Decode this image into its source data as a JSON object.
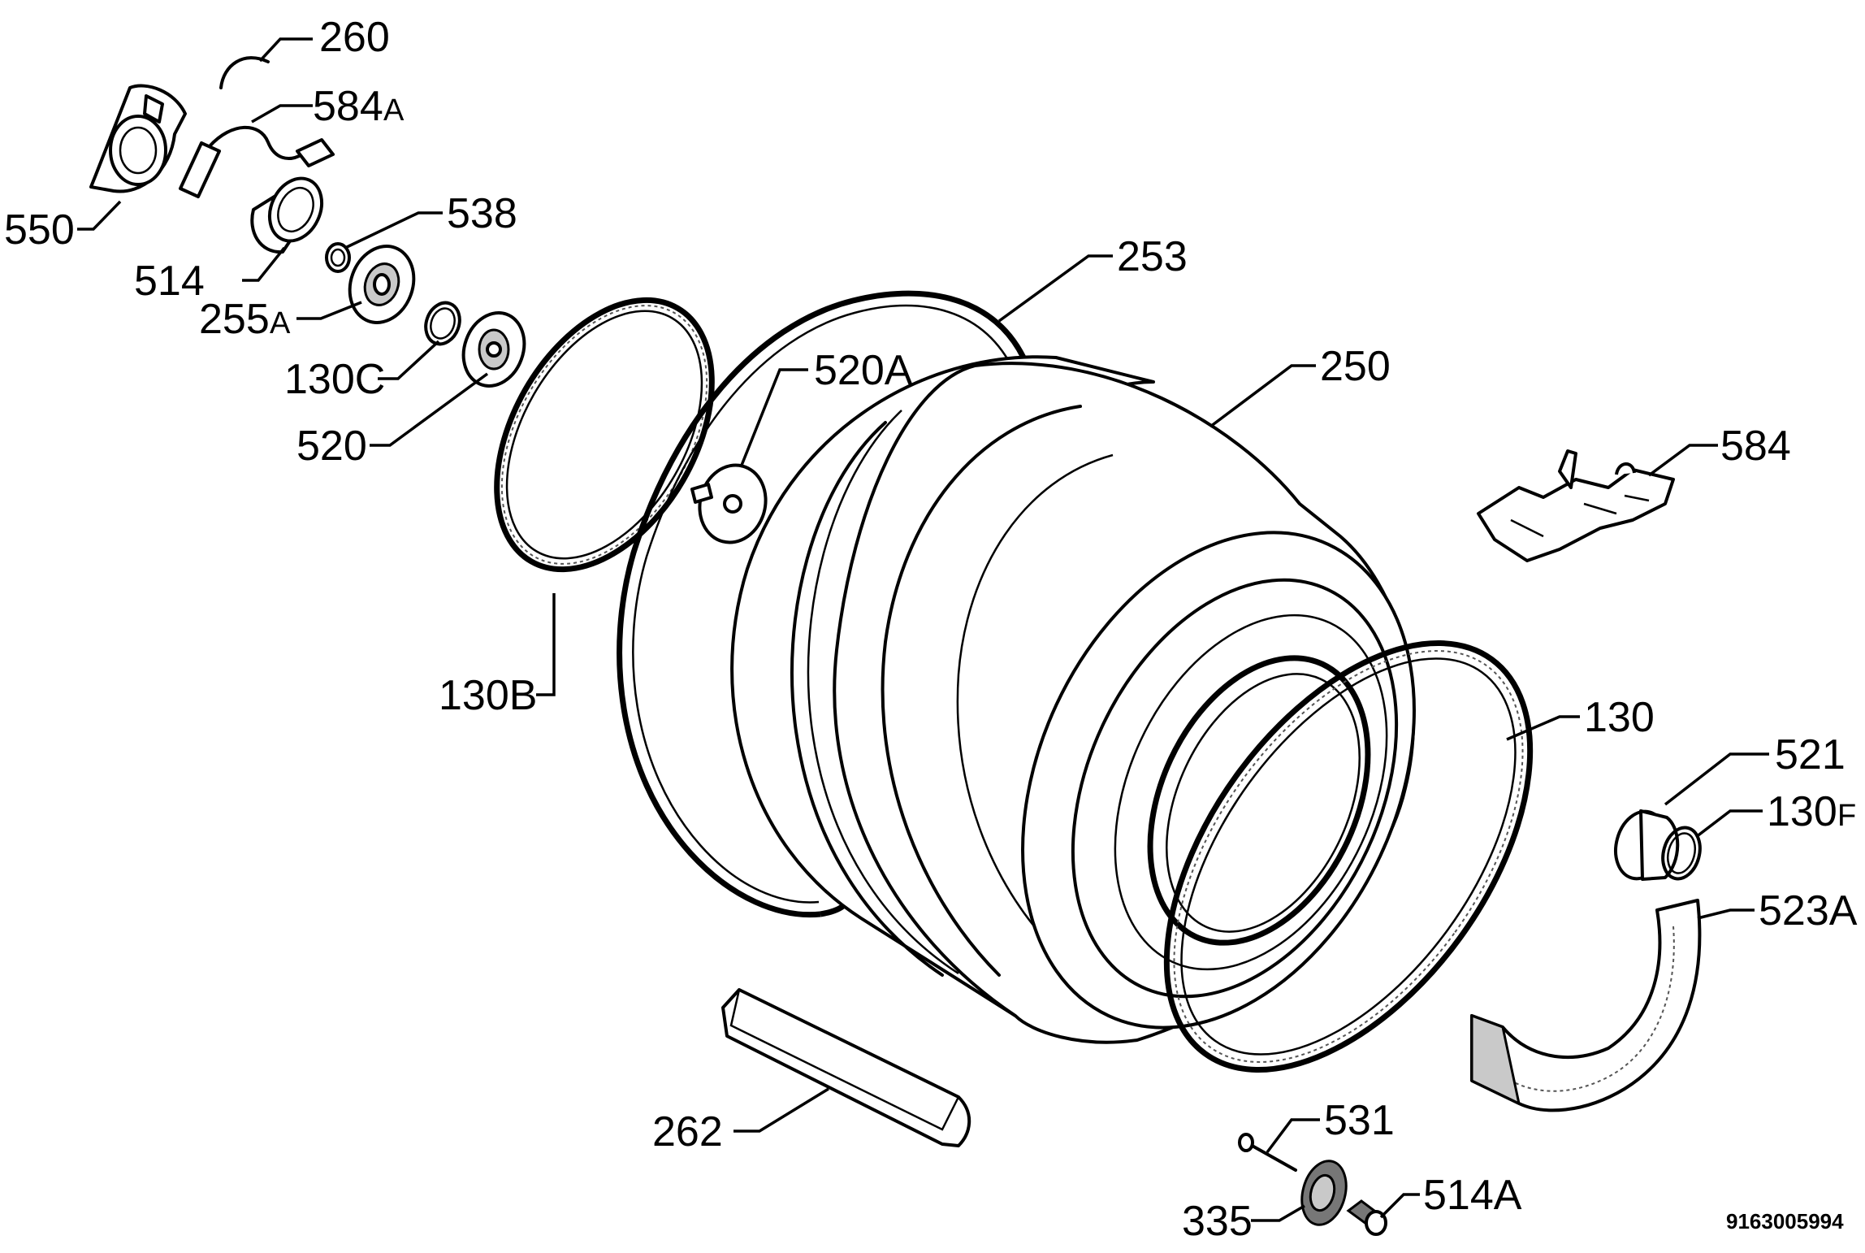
{
  "diagram": {
    "document_number": "9163005994",
    "callouts": [
      {
        "id": "260",
        "text": "260"
      },
      {
        "id": "584A",
        "text": "584",
        "suffix": "A"
      },
      {
        "id": "550",
        "text": "550"
      },
      {
        "id": "538",
        "text": "538"
      },
      {
        "id": "514",
        "text": "514"
      },
      {
        "id": "255A",
        "text": "255",
        "suffix": "A"
      },
      {
        "id": "253",
        "text": "253"
      },
      {
        "id": "130C",
        "text": "130C"
      },
      {
        "id": "520A",
        "text": "520A"
      },
      {
        "id": "250",
        "text": "250"
      },
      {
        "id": "520",
        "text": "520"
      },
      {
        "id": "584",
        "text": "584"
      },
      {
        "id": "130B",
        "text": "130B"
      },
      {
        "id": "130",
        "text": "130"
      },
      {
        "id": "521",
        "text": "521"
      },
      {
        "id": "130F",
        "text": "130",
        "suffix": "F"
      },
      {
        "id": "523A",
        "text": "523A"
      },
      {
        "id": "262",
        "text": "262"
      },
      {
        "id": "531",
        "text": "531"
      },
      {
        "id": "514A",
        "text": "514A"
      },
      {
        "id": "335",
        "text": "335"
      }
    ]
  }
}
